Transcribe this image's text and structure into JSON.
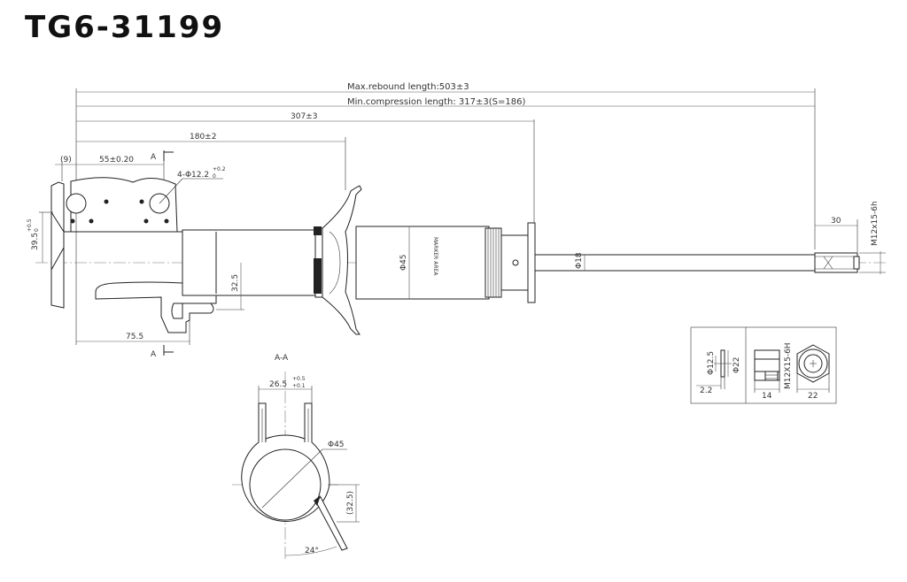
{
  "title": "TG6-31199",
  "dimensions": {
    "max_rebound": "Max.rebound length:503±3",
    "min_compression": "Min.compression length: 317±3(S=186)",
    "d307": "307±3",
    "d180": "180±2",
    "d9": "(9)",
    "d55": "55±0.20",
    "hole_prefix": "4-Φ12.2",
    "hole_tol_upper": "+0.2",
    "hole_tol_lower": "0",
    "d39_5": "39.5",
    "d39_5_tol_upper": "+0.5",
    "d39_5_tol_lower": "0",
    "d32_5": "32.5",
    "d75_5": "75.5",
    "phi45": "Φ45",
    "marker_area": "MARKER AREA",
    "phi18": "Φ18",
    "d30": "30",
    "thread": "M12x15-6h"
  },
  "section_marks": {
    "a_top": "A",
    "a_bottom": "A",
    "section_label": "A-A"
  },
  "section_view": {
    "d26_5": "26.5",
    "d26_5_tol_upper": "+0.5",
    "d26_5_tol_lower": "+0.1",
    "phi45": "Φ45",
    "d32_5": "(32.5)",
    "angle": "24°"
  },
  "nut_detail": {
    "phi12_5": "Φ12.5",
    "phi22": "Φ22",
    "d2_2": "2.2",
    "thread": "M12X15-6H",
    "d14": "14",
    "d22": "22"
  }
}
